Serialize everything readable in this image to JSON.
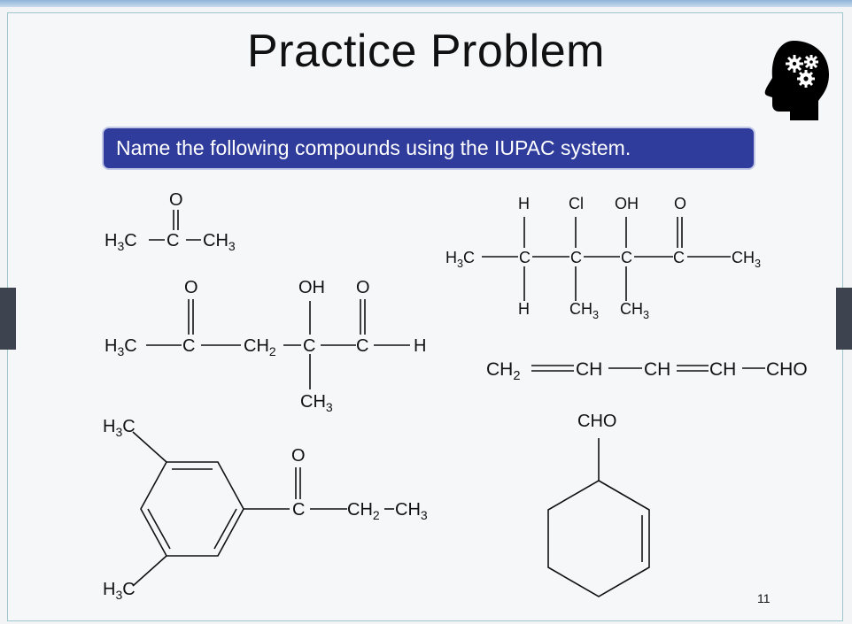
{
  "slide": {
    "title": "Practice Problem",
    "instruction": "Name the following compounds using the  IUPAC system.",
    "page_number": "11",
    "icons": [
      "brain-gears-icon"
    ]
  },
  "compounds": {
    "c1": {
      "top_o": "O",
      "left": "H3C",
      "center_c": "C",
      "right": "CH3"
    },
    "c2": {
      "o1": "O",
      "oh": "OH",
      "o2": "O",
      "left": "H3C",
      "c1": "C",
      "ch2": "CH2",
      "c2": "C",
      "c3": "C",
      "h": "H",
      "ch3": "CH3"
    },
    "c3": {
      "top_left": "H3C",
      "bottom_left": "H3C",
      "o": "O",
      "c": "C",
      "chain": "CH2",
      "end": "CH3"
    },
    "c4": {
      "h_top": "H",
      "cl": "Cl",
      "oh": "OH",
      "o": "O",
      "left": "H3C",
      "c1": "C",
      "c2": "C",
      "c3": "C",
      "c4": "C",
      "right": "CH3",
      "h_bottom": "H",
      "ch3_a": "CH3",
      "ch3_b": "CH3"
    },
    "c5": {
      "ch2": "CH2",
      "ch_a": "CH",
      "ch_b": "CH",
      "ch_c": "CH",
      "cho": "CHO"
    },
    "c6": {
      "cho": "CHO"
    }
  },
  "colors": {
    "instruction_bg": "#2f3c9c",
    "border": "#9fc5cf"
  }
}
